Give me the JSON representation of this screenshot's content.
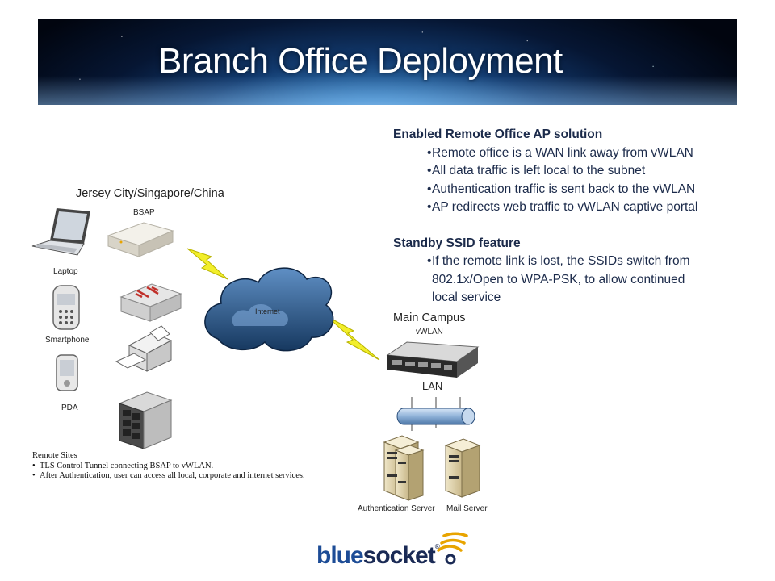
{
  "slide": {
    "title": "Branch Office Deployment",
    "section1": {
      "heading": "Enabled Remote Office AP solution",
      "bullets": [
        "Remote office is a WAN link away from vWLAN",
        "All data traffic is left local to the subnet",
        "Authentication traffic is sent back to the vWLAN",
        "AP redirects web traffic to vWLAN captive portal"
      ]
    },
    "section2": {
      "heading": "Standby SSID feature",
      "bullets": [
        "If the remote link is lost, the SSIDs switch from",
        "802.1x/Open to WPA-PSK, to allow continued",
        "local service"
      ]
    }
  },
  "diagram": {
    "branch_label": "Jersey City/Singapore/China",
    "bsap_label": "BSAP",
    "laptop_label": "Laptop",
    "smartphone_label": "Smartphone",
    "pda_label": "PDA",
    "internet_label": "Internet",
    "main_campus_label": "Main Campus",
    "vwlan_label": "vWLAN",
    "lan_label": "LAN",
    "auth_server_label": "Authentication Server",
    "mail_server_label": "Mail Server",
    "remote_sites": {
      "heading": "Remote Sites",
      "items": [
        "TLS Control Tunnel connecting BSAP to vWLAN.",
        "After Authentication, user can access all local, corporate and internet services."
      ]
    }
  },
  "logo": {
    "part1": "blue",
    "part2": "socket",
    "trademark": "®"
  },
  "colors": {
    "bolt": "#f2ee2a",
    "cloud": "#2e5f93",
    "logo_blue": "#1d4c96",
    "logo_wifi": "#e8a400"
  }
}
